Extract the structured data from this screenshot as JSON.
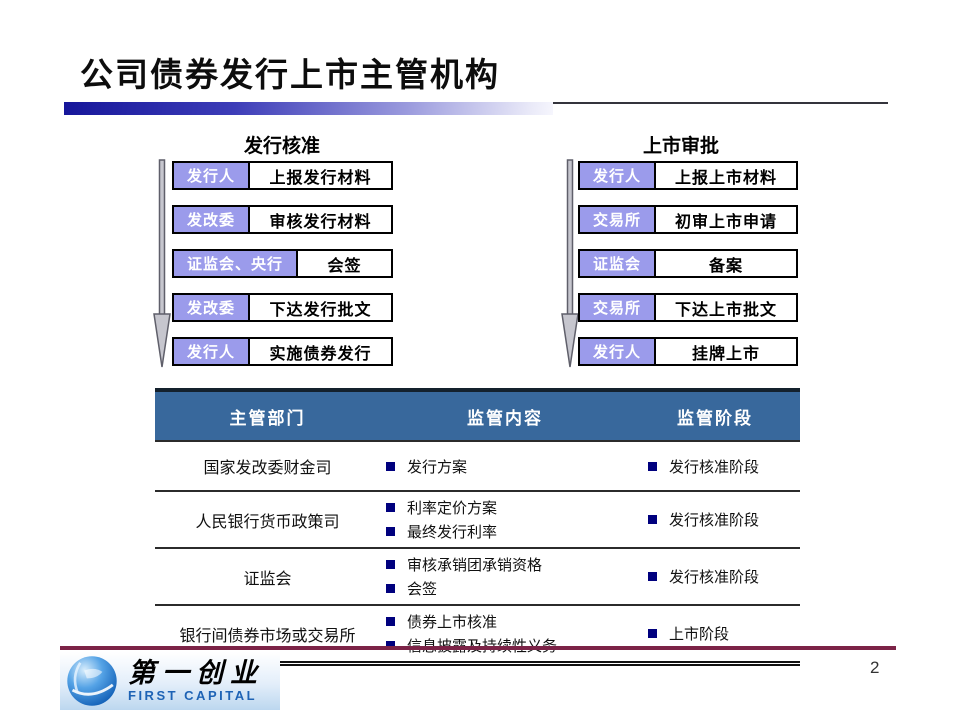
{
  "slide": {
    "title": "公司债券发行上市主管机构",
    "page_number": "2"
  },
  "flows": {
    "left": {
      "heading": "发行核准",
      "steps": [
        {
          "actor": "发行人",
          "action": "上报发行材料"
        },
        {
          "actor": "发改委",
          "action": "审核发行材料"
        },
        {
          "actor": "证监会、央行",
          "action": "会签"
        },
        {
          "actor": "发改委",
          "action": "下达发行批文"
        },
        {
          "actor": "发行人",
          "action": "实施债券发行"
        }
      ]
    },
    "right": {
      "heading": "上市审批",
      "steps": [
        {
          "actor": "发行人",
          "action": "上报上市材料"
        },
        {
          "actor": "交易所",
          "action": "初审上市申请"
        },
        {
          "actor": "证监会",
          "action": "备案"
        },
        {
          "actor": "交易所",
          "action": "下达上市批文"
        },
        {
          "actor": "发行人",
          "action": "挂牌上市"
        }
      ]
    }
  },
  "table": {
    "headers": [
      "主管部门",
      "监管内容",
      "监管阶段"
    ],
    "rows": [
      {
        "department": "国家发改委财金司",
        "content": [
          "发行方案"
        ],
        "stage": [
          "发行核准阶段"
        ]
      },
      {
        "department": "人民银行货币政策司",
        "content": [
          "利率定价方案",
          "最终发行利率"
        ],
        "stage": [
          "发行核准阶段"
        ]
      },
      {
        "department": "证监会",
        "content": [
          "审核承销团承销资格",
          "会签"
        ],
        "stage": [
          "发行核准阶段"
        ]
      },
      {
        "department": "银行间债券市场或交易所",
        "content": [
          "债券上市核准",
          "信息披露及持续性义务"
        ],
        "stage": [
          "上市阶段"
        ]
      }
    ]
  },
  "footer": {
    "logo_cn": "第一创业",
    "logo_en": "FIRST CAPITAL"
  },
  "colors": {
    "actor_box": "#9b9beb",
    "table_header": "#38689c",
    "bullet": "#00007e",
    "footer_line": "#7c2347",
    "logo_blue": "#1e63b5",
    "title_bar": "#16169a"
  }
}
